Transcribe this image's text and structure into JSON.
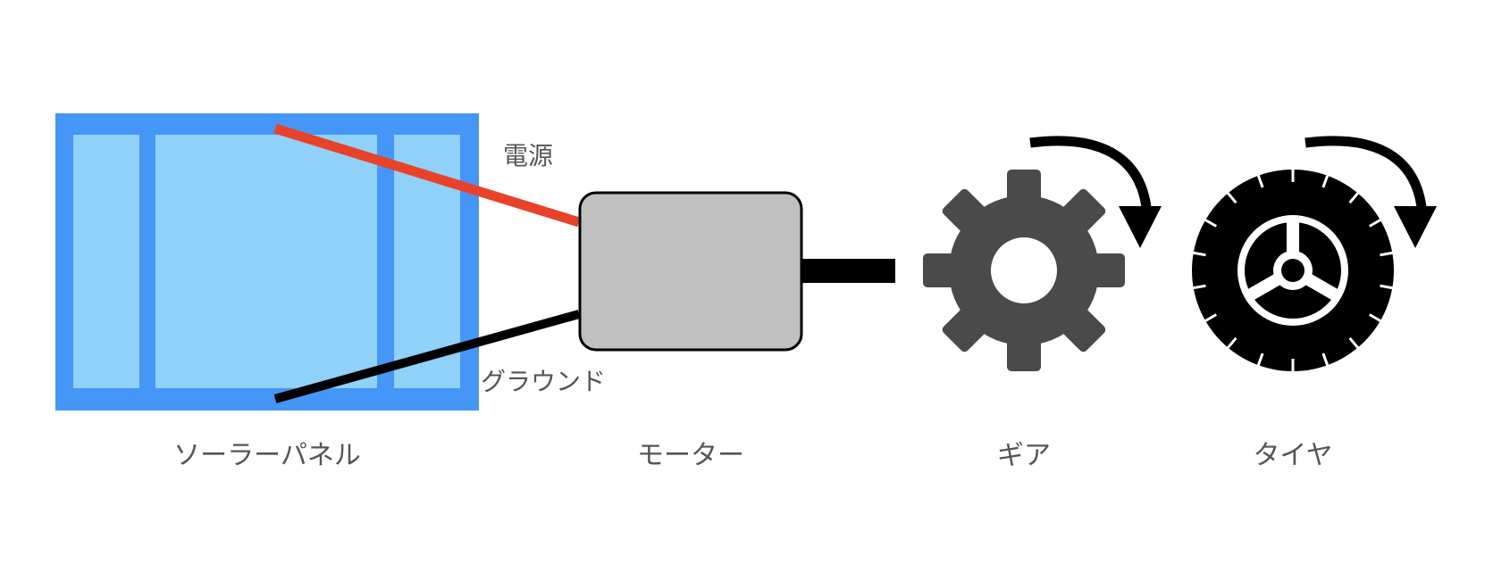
{
  "labels": {
    "power": "電源",
    "ground": "グラウンド"
  },
  "components": {
    "solar_panel": {
      "name": "ソーラーパネル",
      "frame_color": "#4596F7",
      "cell_color": "#8FD1F9"
    },
    "motor": {
      "name": "モーター",
      "fill_color": "#C0C0C0"
    },
    "gear": {
      "name": "ギア",
      "icon": "gear-icon",
      "color": "#4A4A4A"
    },
    "tire": {
      "name": "タイヤ",
      "icon": "tire-icon",
      "color": "#000000"
    }
  },
  "colors": {
    "power_wire": "#E8432A",
    "ground_wire": "#000000",
    "shaft": "#000000",
    "rotation_arrow": "#000000"
  }
}
